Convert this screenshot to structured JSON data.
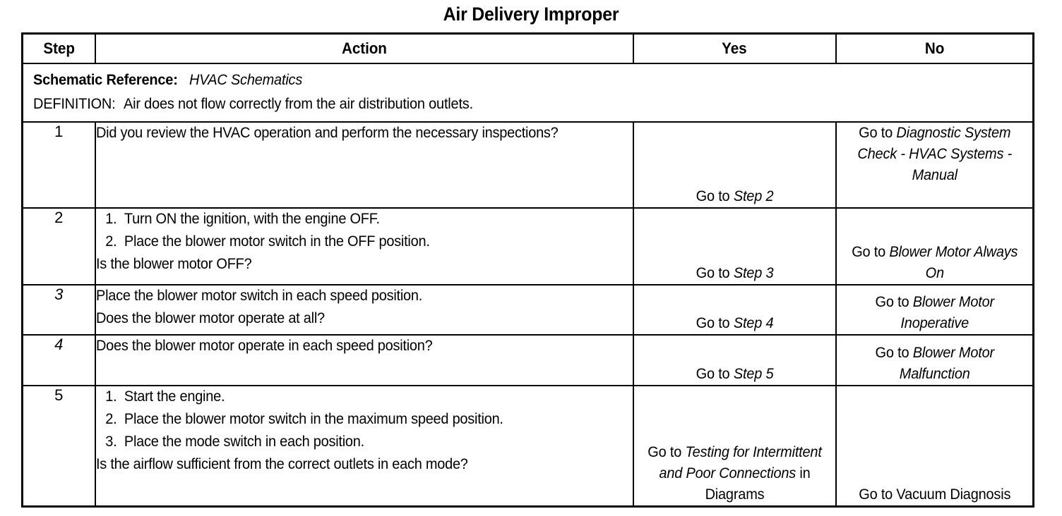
{
  "document": {
    "title": "Air Delivery Improper"
  },
  "table": {
    "headers": {
      "step": "Step",
      "action": "Action",
      "yes": "Yes",
      "no": "No"
    },
    "definition": {
      "schematic_label": "Schematic Reference:",
      "schematic_value": "HVAC Schematics",
      "definition_label": "DEFINITION:",
      "definition_value": "Air does not flow correctly from the air distribution outlets."
    },
    "rows": [
      {
        "step": "1",
        "step_italic": false,
        "action": {
          "type": "plain",
          "text": "Did you review the HVAC operation and perform the necessary inspections?"
        },
        "yes": {
          "prefix": "Go to ",
          "italic": "Step 2",
          "suffix": "",
          "align": "bottom"
        },
        "no": {
          "prefix": "Go to ",
          "italic": "Diagnostic System Check - HVAC Systems - Manual",
          "suffix": "",
          "align": "top"
        }
      },
      {
        "step": "2",
        "step_italic": false,
        "action": {
          "type": "list",
          "items": [
            {
              "num": "1.",
              "text": "Turn ON the ignition, with the engine OFF."
            },
            {
              "num": "2.",
              "text": "Place the blower motor switch in the OFF position."
            }
          ],
          "question": "Is the blower motor OFF?"
        },
        "yes": {
          "prefix": "Go to ",
          "italic": "Step 3",
          "suffix": "",
          "align": "bottom"
        },
        "no": {
          "prefix": "Go to ",
          "italic": "Blower Motor Always On",
          "suffix": "",
          "align": "bottom"
        }
      },
      {
        "step": "3",
        "step_italic": true,
        "action": {
          "type": "plain-two",
          "line1": "Place the blower motor switch in each speed position.",
          "line2": "Does the blower motor operate at all?"
        },
        "yes": {
          "prefix": "Go to ",
          "italic": "Step 4",
          "suffix": "",
          "align": "bottom"
        },
        "no": {
          "prefix": "Go to ",
          "italic": "Blower Motor Inoperative",
          "suffix": "",
          "align": "bottom"
        }
      },
      {
        "step": "4",
        "step_italic": true,
        "action": {
          "type": "plain",
          "text": "Does the blower motor operate in each speed position?"
        },
        "yes": {
          "prefix": "Go to ",
          "italic": "Step 5",
          "suffix": "",
          "align": "bottom"
        },
        "no": {
          "prefix": "Go to ",
          "italic": "Blower Motor Malfunction",
          "suffix": "",
          "align": "bottom"
        }
      },
      {
        "step": "5",
        "step_italic": false,
        "action": {
          "type": "list",
          "items": [
            {
              "num": "1.",
              "text": "Start the engine."
            },
            {
              "num": "2.",
              "text": "Place the blower motor switch in the maximum speed position."
            },
            {
              "num": "3.",
              "text": "Place the mode switch in each position."
            }
          ],
          "question": "Is the airflow sufficient from the correct outlets in each mode?"
        },
        "yes": {
          "prefix": "Go to ",
          "italic": "Testing for Intermittent and Poor Connections",
          "suffix": " in Diagrams",
          "align": "bottom"
        },
        "no": {
          "prefix": "Go to Vacuum Diagnosis",
          "italic": "",
          "suffix": "",
          "align": "bottom"
        }
      }
    ]
  },
  "colors": {
    "ink": "#000000",
    "paper": "#ffffff"
  }
}
